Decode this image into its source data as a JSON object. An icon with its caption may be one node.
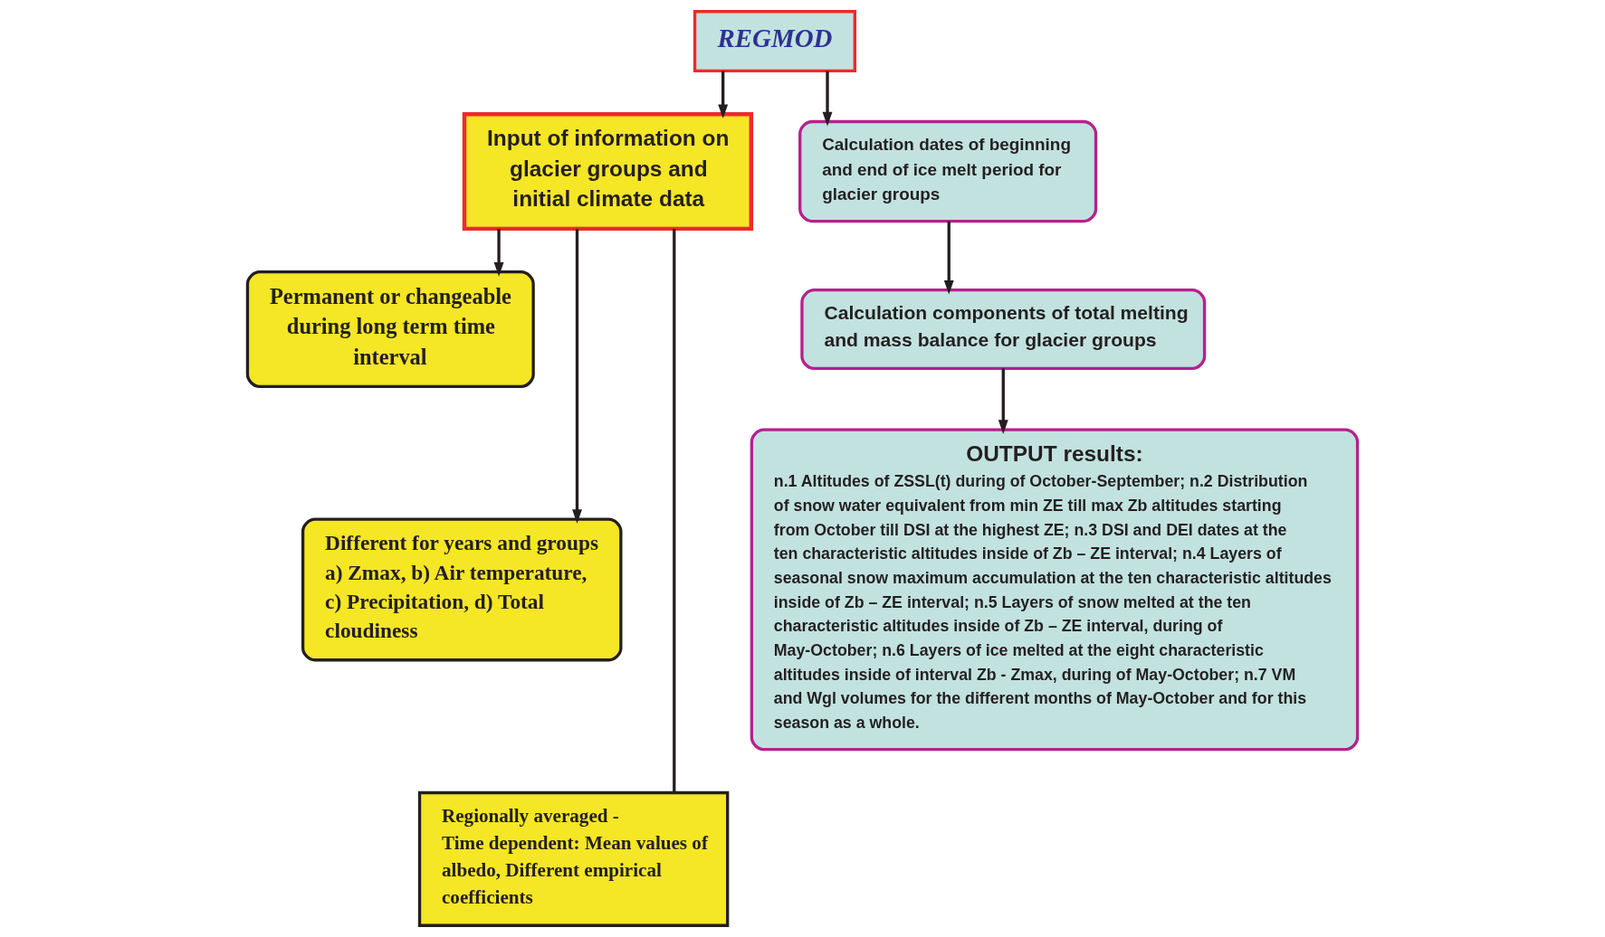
{
  "diagram": {
    "nodes": [
      {
        "text": [
          "REGMOD"
        ]
      },
      {
        "text": [
          "Input of information on glacier groups and initial climate data"
        ]
      },
      {
        "text": [
          "Permanent or changeable during long term time interval"
        ]
      },
      {
        "text": [
          "Different for years and groups",
          "a) Zmax, b) Air temperature, c) Precipitation, d) Total cloudiness"
        ]
      },
      {
        "text": [
          "Regionally averaged -",
          "Time dependent: Mean values of albedo, Different empirical coefficients"
        ]
      },
      {
        "text": [
          "Calculation dates of beginning and end of ice melt period for glacier groups"
        ]
      },
      {
        "text": [
          "Calculation components of total melting and mass balance for glacier groups"
        ]
      },
      {
        "text": [
          "OUTPUT results:",
          "n.1 Altitudes of ZSSL(t) during of October-September; n.2 Distribution of snow water equivalent from min ZE till max Zb altitudes starting from October till DSI at the highest ZE; n.3 DSI and DEI dates at the ten characteristic altitudes inside of Zb – ZE interval; n.4 Layers of seasonal snow maximum accumulation at the ten characteristic altitudes inside of Zb – ZE interval; n.5 Layers of snow melted at the ten characteristic altitudes inside of Zb – ZE interval, during of May-October; n.6 Layers of ice melted at the eight characteristic altitudes inside of interval Zb - Zmax, during of May-October; n.7 VM and Wgl volumes for the different months of May-October and for this season as a whole."
        ]
      }
    ],
    "edges": [
      {
        "from": 0,
        "to": 1,
        "arrow": "to"
      },
      {
        "from": 1,
        "to": 2,
        "arrow": "to"
      },
      {
        "from": 1,
        "to": 3,
        "arrow": "to"
      },
      {
        "from": 1,
        "to": 4,
        "arrow": "none"
      },
      {
        "from": 0,
        "to": 5,
        "arrow": "to"
      },
      {
        "from": 5,
        "to": 6,
        "arrow": "to"
      },
      {
        "from": 6,
        "to": 7,
        "arrow": "to"
      }
    ]
  }
}
